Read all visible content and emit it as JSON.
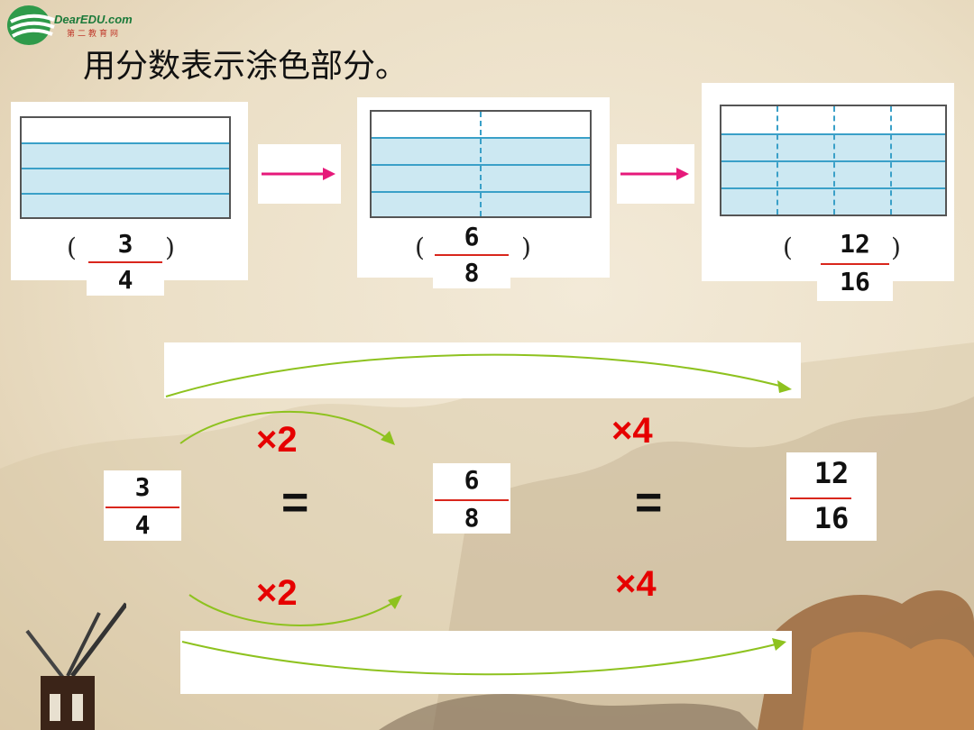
{
  "logo": {
    "brand": "DearEDU.com",
    "sub": "第二教育网"
  },
  "title": "用分数表示涂色部分。",
  "figures": [
    {
      "numerator": "3",
      "denominator": "4"
    },
    {
      "numerator": "6",
      "denominator": "8"
    },
    {
      "numerator": "12",
      "denominator": "16"
    }
  ],
  "paren_open": "(",
  "paren_close": ")",
  "equation": {
    "fractions": [
      {
        "numerator": "3",
        "denominator": "4"
      },
      {
        "numerator": "6",
        "denominator": "8"
      },
      {
        "numerator": "12",
        "denominator": "16"
      }
    ],
    "equals": "=",
    "top_multipliers": [
      "×2",
      "×4"
    ],
    "bottom_multipliers": [
      "×2",
      "×4"
    ]
  },
  "colors": {
    "shade": "#cce8f2",
    "line": "#3aa0c8",
    "arrow_pink": "#e6197a",
    "arrow_green": "#8ec21f",
    "multiplier": "#e60000",
    "fraction_bar": "#d9261c"
  }
}
